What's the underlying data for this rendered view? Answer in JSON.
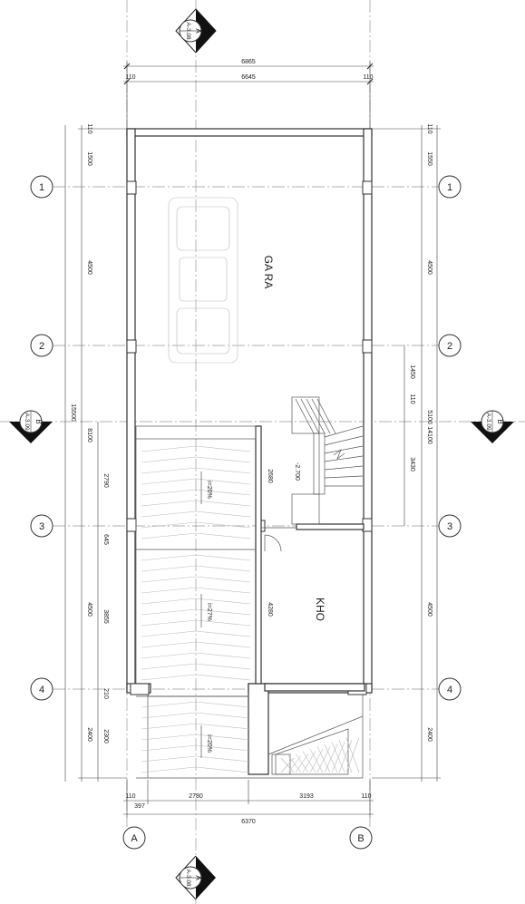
{
  "rooms": {
    "garage": "GA RA",
    "storage": "KHO"
  },
  "grid_axes": {
    "rows": [
      "1",
      "2",
      "3",
      "4"
    ],
    "cols": [
      "A",
      "B"
    ]
  },
  "section_markers": {
    "a_letter": "A",
    "a_ref": "A-3.08",
    "b_letter": "B",
    "b_ref": "A-3.09"
  },
  "ramps": {
    "slope_1": "i=20%",
    "slope_2": "i=27%",
    "slope_3": "i=20%"
  },
  "level": "-2.700",
  "dimensions": {
    "top_overall": "6865",
    "top_inner": "6645",
    "top_side": "110",
    "bottom_overall": "6370",
    "bottom_left": "397",
    "bottom_mid": "2780",
    "bottom_right": "3193",
    "bottom_side": "110",
    "left_overall": "15500",
    "left_sub_8100": "8100",
    "left_1500": "1500",
    "left_4500a": "4500",
    "left_4500b": "4500",
    "left_2400": "2400",
    "left_2790": "2790",
    "left_645": "645",
    "left_3855": "3855",
    "left_210": "210",
    "left_2300": "2300",
    "left_110": "110",
    "right_overall": "14100",
    "right_1550": "1550",
    "right_4500a": "4500",
    "right_1450": "1450",
    "right_110": "110",
    "right_3430": "3430",
    "right_5100": "5100",
    "right_4500b": "4500",
    "right_2400": "2400",
    "inner_2680": "2680",
    "inner_4280": "4280"
  }
}
